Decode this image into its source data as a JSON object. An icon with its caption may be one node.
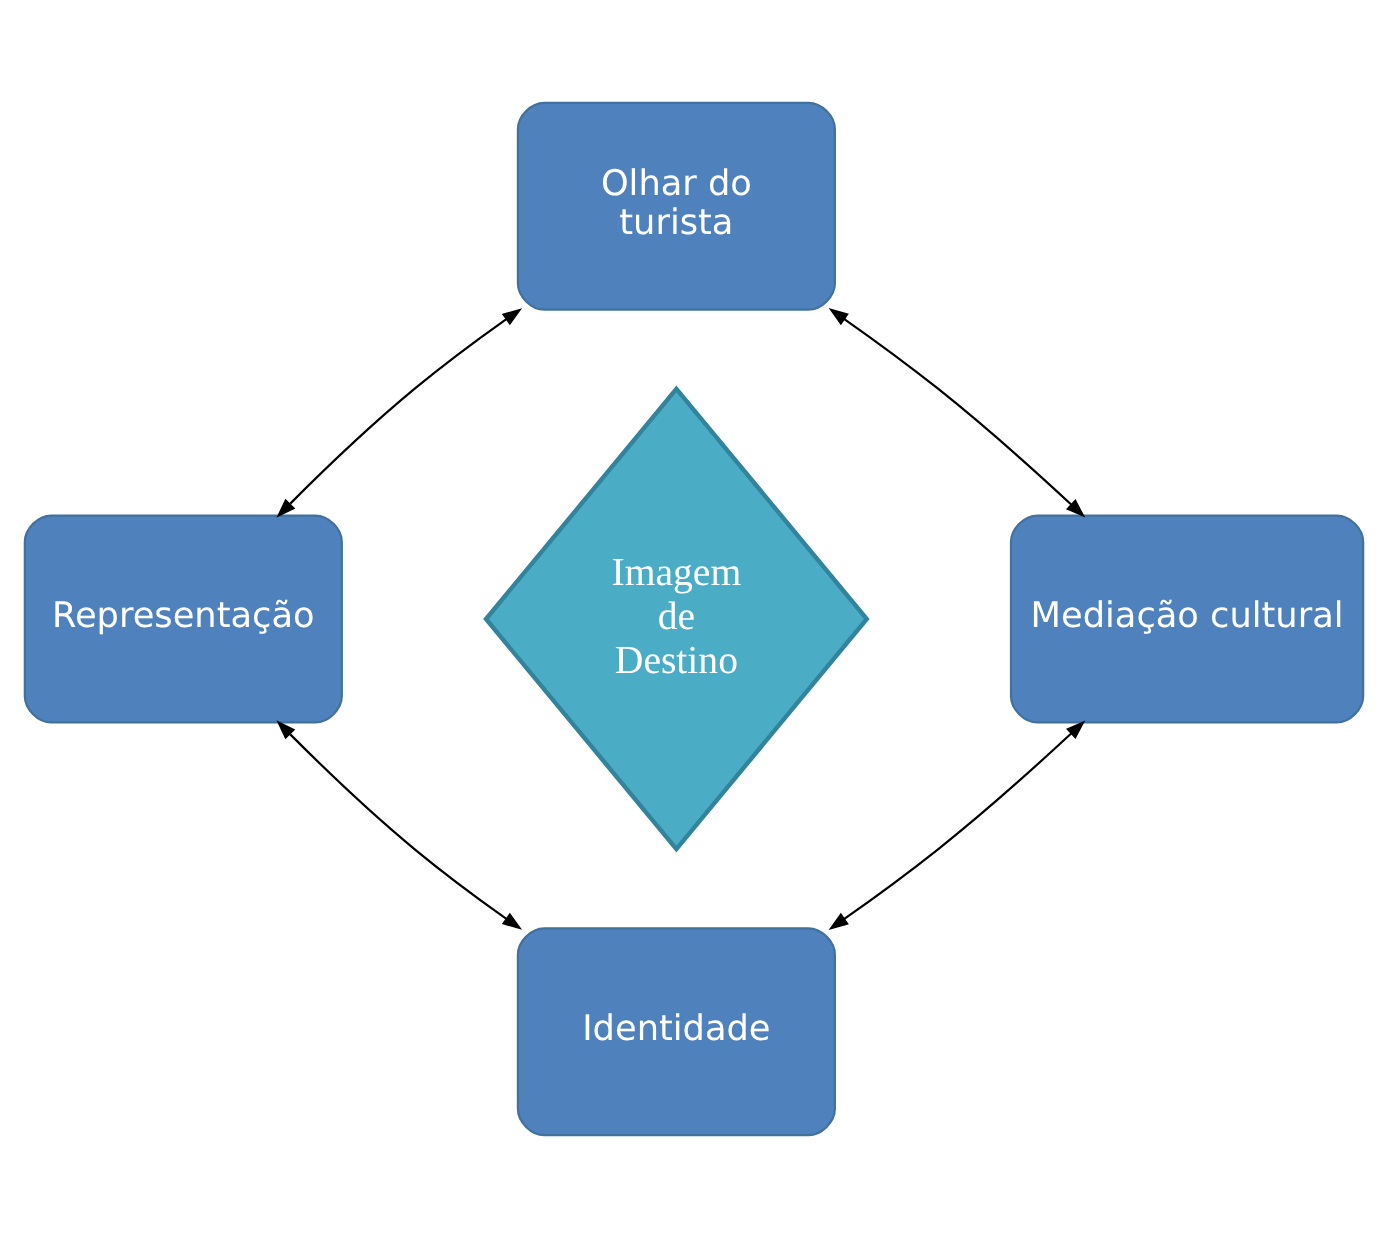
{
  "diagram": {
    "nodes": [
      {
        "text": [
          "Olhar do turista"
        ]
      },
      {
        "text": [
          "Representação"
        ]
      },
      {
        "text": [
          "Imagem de Destino"
        ]
      },
      {
        "text": [
          "Mediação cultural"
        ]
      },
      {
        "text": [
          "Identidade"
        ]
      }
    ],
    "edges": [
      {
        "from": 0,
        "to": 1,
        "arrow": "both"
      },
      {
        "from": 0,
        "to": 3,
        "arrow": "both"
      },
      {
        "from": 1,
        "to": 4,
        "arrow": "both"
      },
      {
        "from": 3,
        "to": 4,
        "arrow": "both"
      }
    ]
  }
}
